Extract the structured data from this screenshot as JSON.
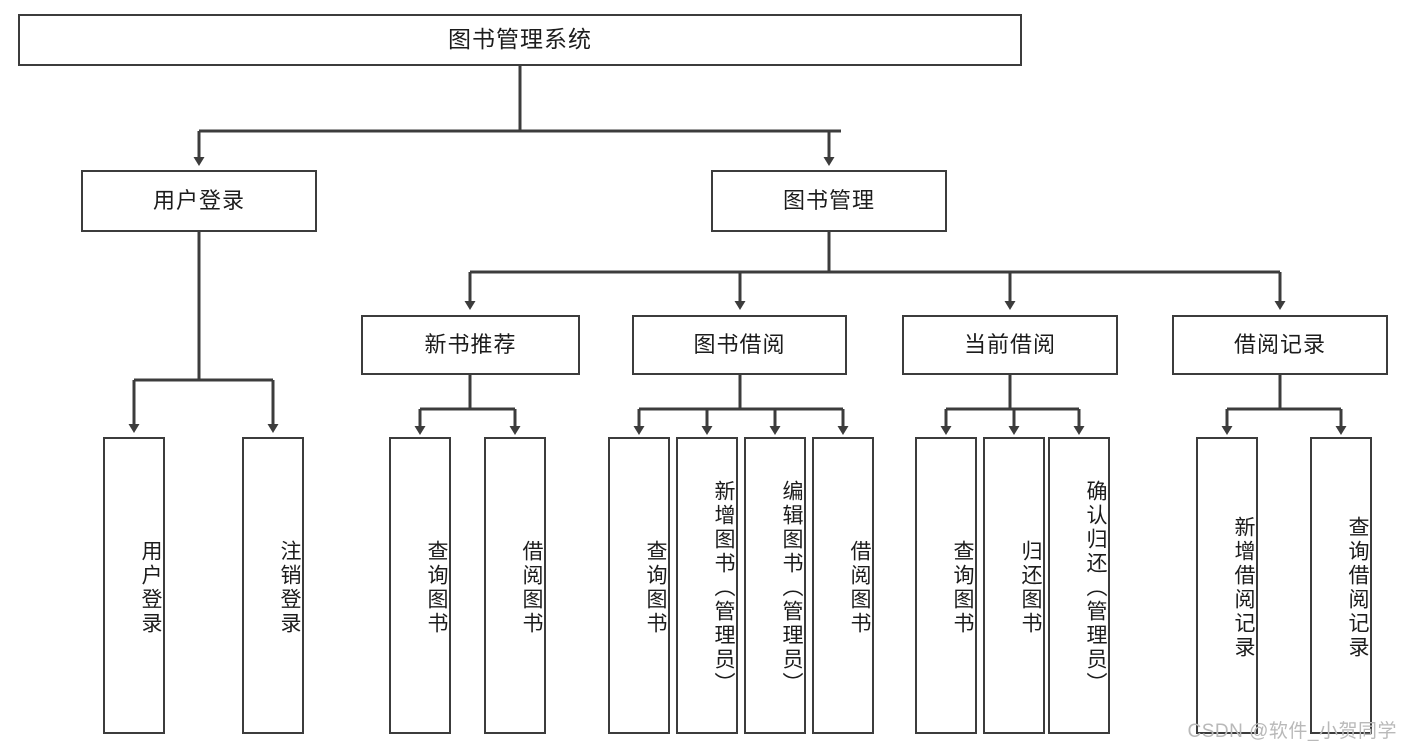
{
  "diagram": {
    "title": "图书管理系统",
    "type": "tree-hierarchy-chart",
    "colors": {
      "box_border": "#3c3c3c",
      "box_fill": "#ffffff",
      "edge": "#3c3c3c",
      "text": "#1c1c1c",
      "watermark": "#b9b9b9",
      "background": "#ffffff"
    },
    "watermark": "CSDN @软件_小贺同学",
    "nodes": {
      "root": {
        "label": "图书管理系统"
      },
      "level2": [
        {
          "id": "user-login",
          "label": "用户登录"
        },
        {
          "id": "book-manage",
          "label": "图书管理"
        }
      ],
      "level3": [
        {
          "id": "new-book-recommend",
          "label": "新书推荐"
        },
        {
          "id": "book-borrow",
          "label": "图书借阅"
        },
        {
          "id": "current-borrow",
          "label": "当前借阅"
        },
        {
          "id": "borrow-record",
          "label": "借阅记录"
        }
      ],
      "leaves": {
        "user_login": [
          {
            "id": "leaf-user-login",
            "label": "用户登录"
          },
          {
            "id": "leaf-logout-login",
            "label": "注销登录"
          }
        ],
        "new_book_recommend": [
          {
            "id": "leaf-query-book-1",
            "label": "查询图书"
          },
          {
            "id": "leaf-borrow-book-1",
            "label": "借阅图书"
          }
        ],
        "book_borrow": [
          {
            "id": "leaf-query-book-2",
            "label": "查询图书"
          },
          {
            "id": "leaf-add-book",
            "label": "新增图书（管理员）"
          },
          {
            "id": "leaf-edit-book",
            "label": "编辑图书（管理员）"
          },
          {
            "id": "leaf-borrow-book-2",
            "label": "借阅图书"
          }
        ],
        "current_borrow": [
          {
            "id": "leaf-query-book-3",
            "label": "查询图书"
          },
          {
            "id": "leaf-return-book",
            "label": "归还图书"
          },
          {
            "id": "leaf-confirm-return",
            "label": "确认归还（管理员）"
          }
        ],
        "borrow_record": [
          {
            "id": "leaf-add-borrow-record",
            "label": "新增借阅记录"
          },
          {
            "id": "leaf-query-borrow-record",
            "label": "查询借阅记录"
          }
        ]
      }
    }
  }
}
